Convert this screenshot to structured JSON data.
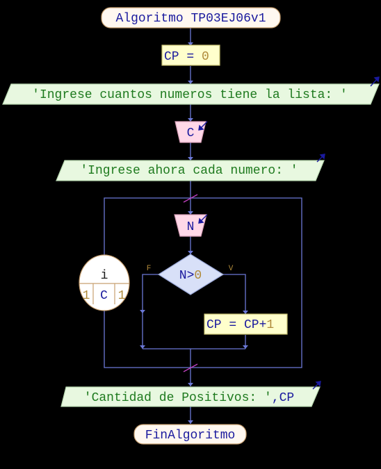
{
  "colors": {
    "background": "#000000",
    "line": "#6b78d6",
    "text_blue": "#1a1a9e",
    "text_green": "#1e7a1e",
    "text_number": "#b08a3a",
    "terminal_fill": "#fff8f0",
    "terminal_stroke": "#c8a070",
    "assign_fill": "#ffffcc",
    "assign_stroke": "#c8c070",
    "io_fill": "#e8f8e0",
    "read_fill": "#ffd8e8",
    "decision_fill": "#d8e0f8",
    "loop_fill": "#ffffff",
    "marker": "#c040c0"
  },
  "flow": {
    "start": "Algoritmo TP03EJ06v1",
    "assign1": {
      "var": "CP",
      "op": " = ",
      "value": "0"
    },
    "write1": "'Ingrese cuantos numeros tiene la lista: '",
    "read1": "C",
    "write2": "'Ingrese ahora cada numero: '",
    "loop": {
      "var": "i",
      "from": "1",
      "to": "C",
      "step": "1"
    },
    "read2": "N",
    "decision": {
      "left": "N>",
      "right": "0",
      "false_label": "F",
      "true_label": "V"
    },
    "assign2": {
      "lhs": "CP = CP+",
      "value": "1"
    },
    "write3": {
      "text": "'Cantidad de Positivos: '",
      "sep": ",",
      "var": "CP"
    },
    "end": "FinAlgoritmo"
  }
}
